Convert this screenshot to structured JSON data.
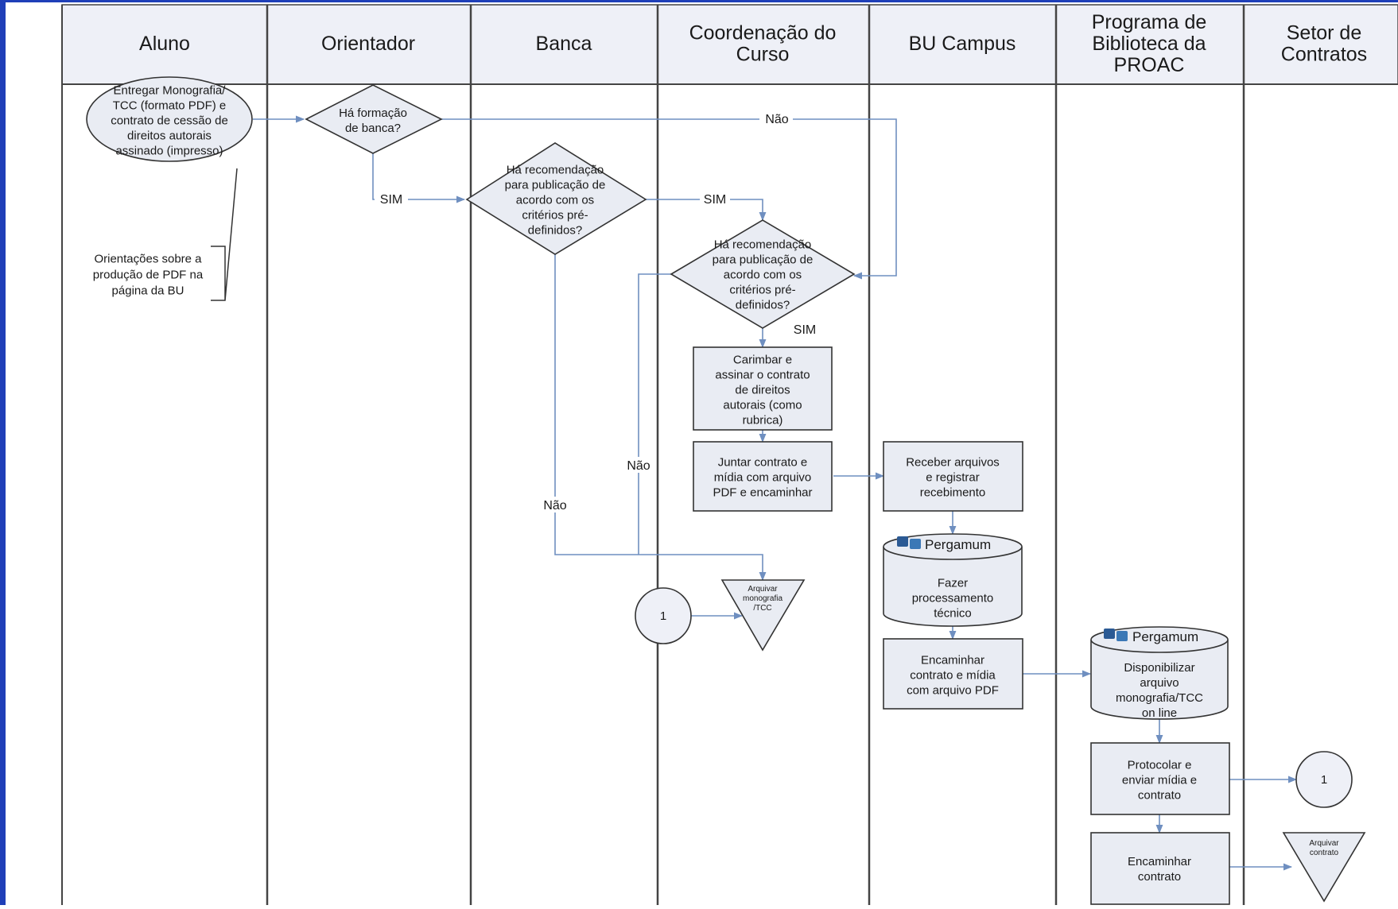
{
  "lanes": [
    {
      "title": [
        "Aluno"
      ]
    },
    {
      "title": [
        "Orientador"
      ]
    },
    {
      "title": [
        "Banca"
      ]
    },
    {
      "title": [
        "Coordenação do",
        "Curso"
      ]
    },
    {
      "title": [
        "BU Campus"
      ]
    },
    {
      "title": [
        "Programa de",
        "Biblioteca da",
        "PROAC"
      ]
    },
    {
      "title": [
        "Setor de",
        "Contratos"
      ]
    }
  ],
  "nodes": {
    "entregar": [
      "Entregar Monografia/",
      "TCC (formato PDF) e",
      "contrato de cessão de",
      "direitos autorais",
      "assinado (impresso)"
    ],
    "orientacoes": [
      "Orientações sobre a",
      "produção de PDF na",
      "página da BU"
    ],
    "ha_banca": [
      "Há formação",
      "de banca?"
    ],
    "banca_decisao": [
      "Há recomendação",
      "para publicação de",
      "acordo com os",
      "critérios pré-",
      "definidos?"
    ],
    "coord_decisao": [
      "Há recomendação",
      "para publicação de",
      "acordo com os",
      "critérios pré-",
      "definidos?"
    ],
    "carimbar": [
      "Carimbar e",
      "assinar o contrato",
      "de direitos",
      "autorais (como",
      "rubrica)"
    ],
    "juntar": [
      "Juntar contrato e",
      "mídia com arquivo",
      "PDF e encaminhar"
    ],
    "receber": [
      "Receber arquivos",
      "e registrar",
      "recebimento"
    ],
    "fazer": [
      "Fazer",
      "processamento",
      "técnico"
    ],
    "encaminhar_bu": [
      "Encaminhar",
      "contrato e mídia",
      "com arquivo PDF"
    ],
    "disponibilizar": [
      "Disponibilizar",
      "arquivo",
      "monografia/TCC",
      "on line"
    ],
    "protocolar": [
      "Protocolar e",
      "enviar mídia e",
      "contrato"
    ],
    "encaminhar_contrato": [
      "Encaminhar",
      "contrato"
    ],
    "arquivar_tcc": [
      "Arquivar",
      "monografia",
      "/TCC"
    ],
    "arquivar_contrato": [
      "Arquivar",
      "contrato"
    ],
    "connector_a": "1",
    "connector_b": "1",
    "pergamum_label": "Pergamum"
  },
  "flow_labels": {
    "nao_top": "Não",
    "sim_orientador": "SIM",
    "sim_banca": "SIM",
    "sim_coord": "SIM",
    "nao_coord": "Não",
    "nao_banca": "Não"
  },
  "colors": {
    "frame_blue": "#1f3fb8",
    "header_fill": "#eef0f7",
    "shape_fill": "#e9ecf3",
    "line": "#333333",
    "arrow_blue": "#6f8fc0"
  }
}
